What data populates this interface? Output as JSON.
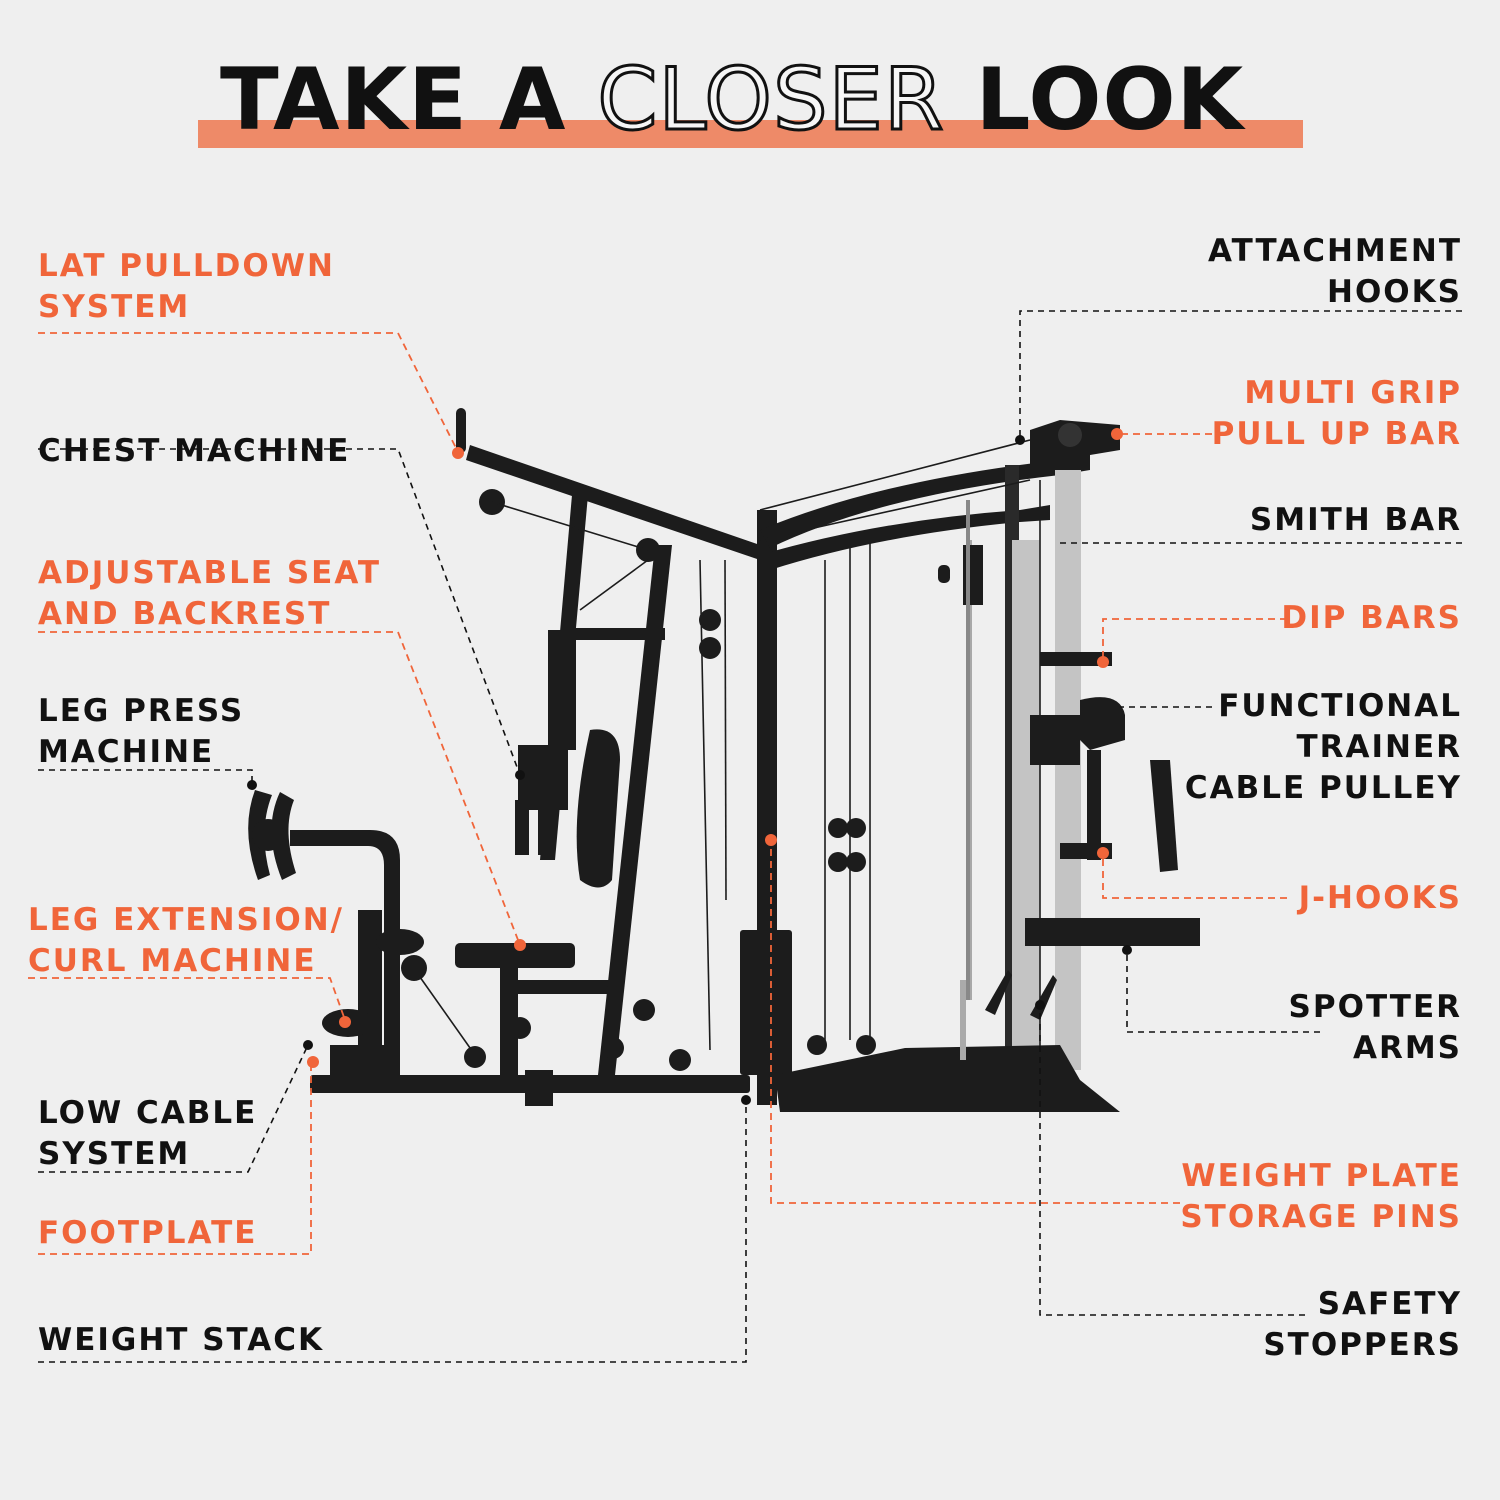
{
  "header": {
    "title_part1": "TAKE A ",
    "title_outline": "CLOSER",
    "title_part2": " LOOK"
  },
  "colors": {
    "background": "#efefef",
    "accent_orange": "#f0653a",
    "title_bar": "#ee8a68",
    "text_black": "#111111",
    "machine_black": "#1c1c1c",
    "steel": "#c4c4c4"
  },
  "callouts_left": [
    {
      "id": "lat-pulldown",
      "line1": "LAT PULLDOWN",
      "line2": "SYSTEM",
      "color": "orange"
    },
    {
      "id": "chest-machine",
      "line1": "CHEST MACHINE",
      "color": "black"
    },
    {
      "id": "adjustable-seat",
      "line1": "ADJUSTABLE SEAT",
      "line2": "AND BACKREST",
      "color": "orange"
    },
    {
      "id": "leg-press",
      "line1": "LEG PRESS",
      "line2": "MACHINE",
      "color": "black"
    },
    {
      "id": "leg-extension",
      "line1": "LEG EXTENSION/",
      "line2": "CURL MACHINE",
      "color": "orange"
    },
    {
      "id": "low-cable",
      "line1": "LOW CABLE",
      "line2": "SYSTEM",
      "color": "black"
    },
    {
      "id": "footplate",
      "line1": "FOOTPLATE",
      "color": "orange"
    },
    {
      "id": "weight-stack",
      "line1": "WEIGHT STACK",
      "color": "black"
    }
  ],
  "callouts_right": [
    {
      "id": "attachment-hooks",
      "line1": "ATTACHMENT",
      "line2": "HOOKS",
      "color": "black"
    },
    {
      "id": "multi-grip",
      "line1": "MULTI GRIP",
      "line2": "PULL UP BAR",
      "color": "orange"
    },
    {
      "id": "smith-bar",
      "line1": "SMITH BAR",
      "color": "black"
    },
    {
      "id": "dip-bars",
      "line1": "DIP BARS",
      "color": "orange"
    },
    {
      "id": "functional-trainer",
      "line1": "FUNCTIONAL",
      "line2": "TRAINER",
      "line3": "CABLE PULLEY",
      "color": "black"
    },
    {
      "id": "j-hooks",
      "line1": "J-HOOKS",
      "color": "orange"
    },
    {
      "id": "spotter-arms",
      "line1": "SPOTTER",
      "line2": "ARMS",
      "color": "black"
    },
    {
      "id": "weight-plate-pins",
      "line1": "WEIGHT PLATE",
      "line2": "STORAGE PINS",
      "color": "orange"
    },
    {
      "id": "safety-stoppers",
      "line1": "SAFETY",
      "line2": "STOPPERS",
      "color": "black"
    }
  ]
}
